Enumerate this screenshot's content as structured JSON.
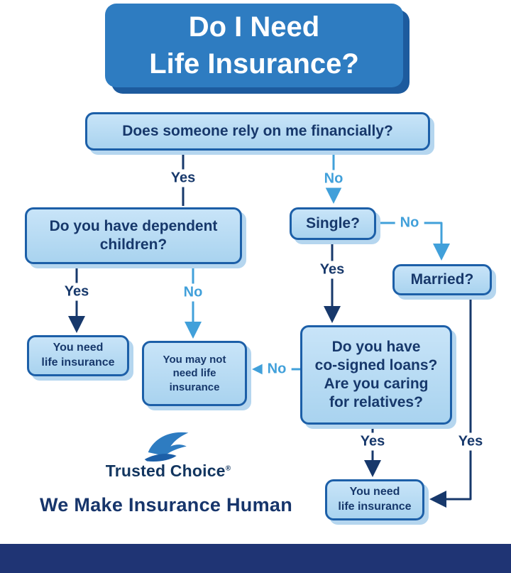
{
  "title": {
    "lines": [
      "Do I Need",
      "Life Insurance?"
    ]
  },
  "nodes": {
    "rely": {
      "lines": [
        "Does someone rely on me financially?"
      ]
    },
    "children": {
      "lines": [
        "Do you have dependent",
        "children?"
      ]
    },
    "single": {
      "lines": [
        "Single?"
      ]
    },
    "married": {
      "lines": [
        "Married?"
      ]
    },
    "cosigned": {
      "lines": [
        "Do you have",
        "co-signed loans?",
        "Are you caring",
        "for relatives?"
      ]
    },
    "need_left": {
      "lines": [
        "You need",
        "life insurance"
      ]
    },
    "maynot": {
      "lines": [
        "You may not",
        "need life",
        "insurance"
      ]
    },
    "need_bottom": {
      "lines": [
        "You need",
        "life insurance"
      ]
    }
  },
  "labels": {
    "rely_yes": "Yes",
    "rely_no": "No",
    "children_yes": "Yes",
    "children_no": "No",
    "single_no": "No",
    "single_yes": "Yes",
    "cosigned_no": "No",
    "cosigned_yes": "Yes",
    "married_yes": "Yes"
  },
  "branding": {
    "logo_text": "Trusted Choice",
    "logo_mark": "®",
    "tagline": "We Make Insurance Human"
  },
  "colors": {
    "title_fill": "#2e7cc1",
    "title_shadow": "#1d5b9e",
    "box_fill": "#b9dcf4",
    "box_border": "#1c5fa8",
    "box_shadow": "#b5d6ef",
    "navy_text": "#17386b",
    "accent_blue": "#41a0da",
    "footer_bar": "#1f3474"
  }
}
